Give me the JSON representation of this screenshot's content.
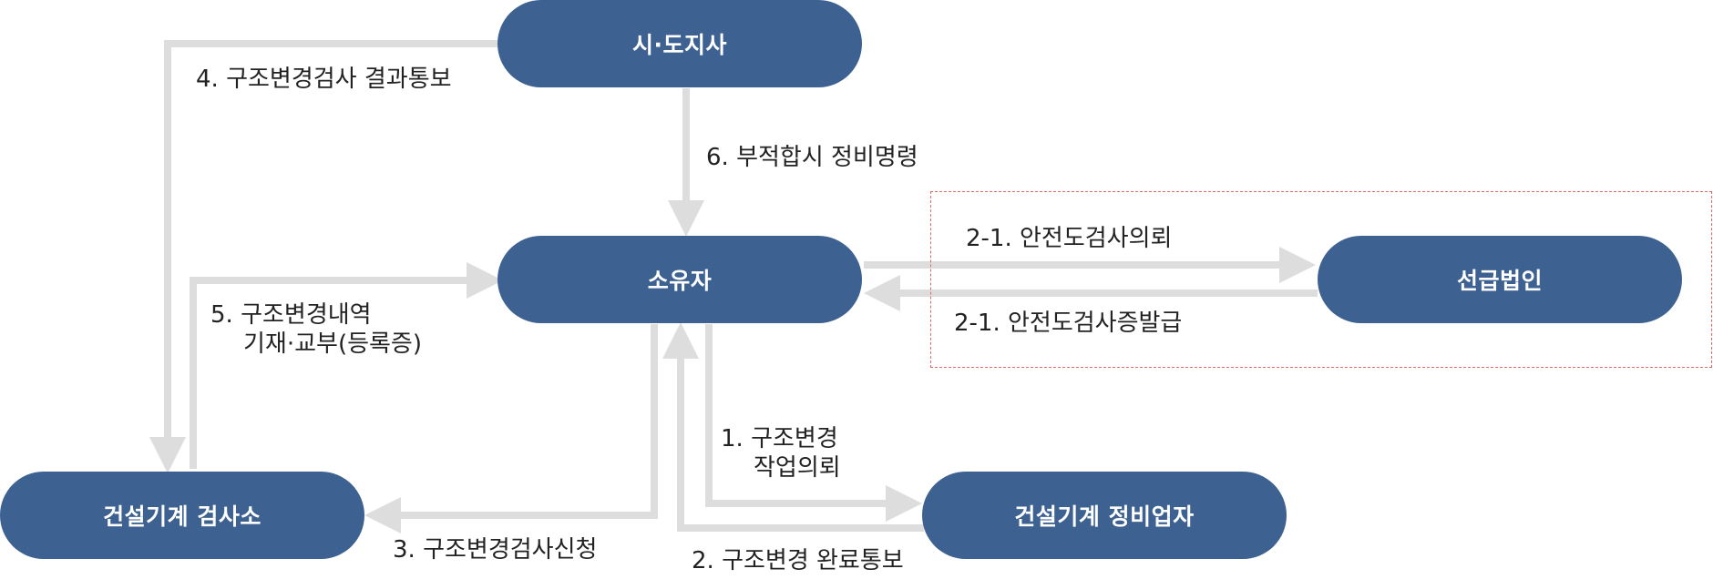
{
  "diagram": {
    "nodes": {
      "sido": "시·도지사",
      "owner": "소유자",
      "classification": "선급법인",
      "inspection": "건설기계 검사소",
      "repair": "건설기계 정비업자"
    },
    "edges": {
      "e4": "4. 구조변경검사 결과통보",
      "e6": "6. 부적합시 정비명령",
      "e21a": "2-1. 안전도검사의뢰",
      "e21b": "2-1. 안전도검사증발급",
      "e5_line1": "5. 구조변경내역",
      "e5_line2": "기재·교부(등록증)",
      "e1_line1": "1. 구조변경",
      "e1_line2": "작업의뢰",
      "e3": "3. 구조변경검사신청",
      "e2": "2. 구조변경 완료통보"
    },
    "colors": {
      "node_fill": "#3d6190",
      "node_text": "#ffffff",
      "arrow": "#dddddd",
      "dashed_box": "#e06a6a"
    }
  }
}
